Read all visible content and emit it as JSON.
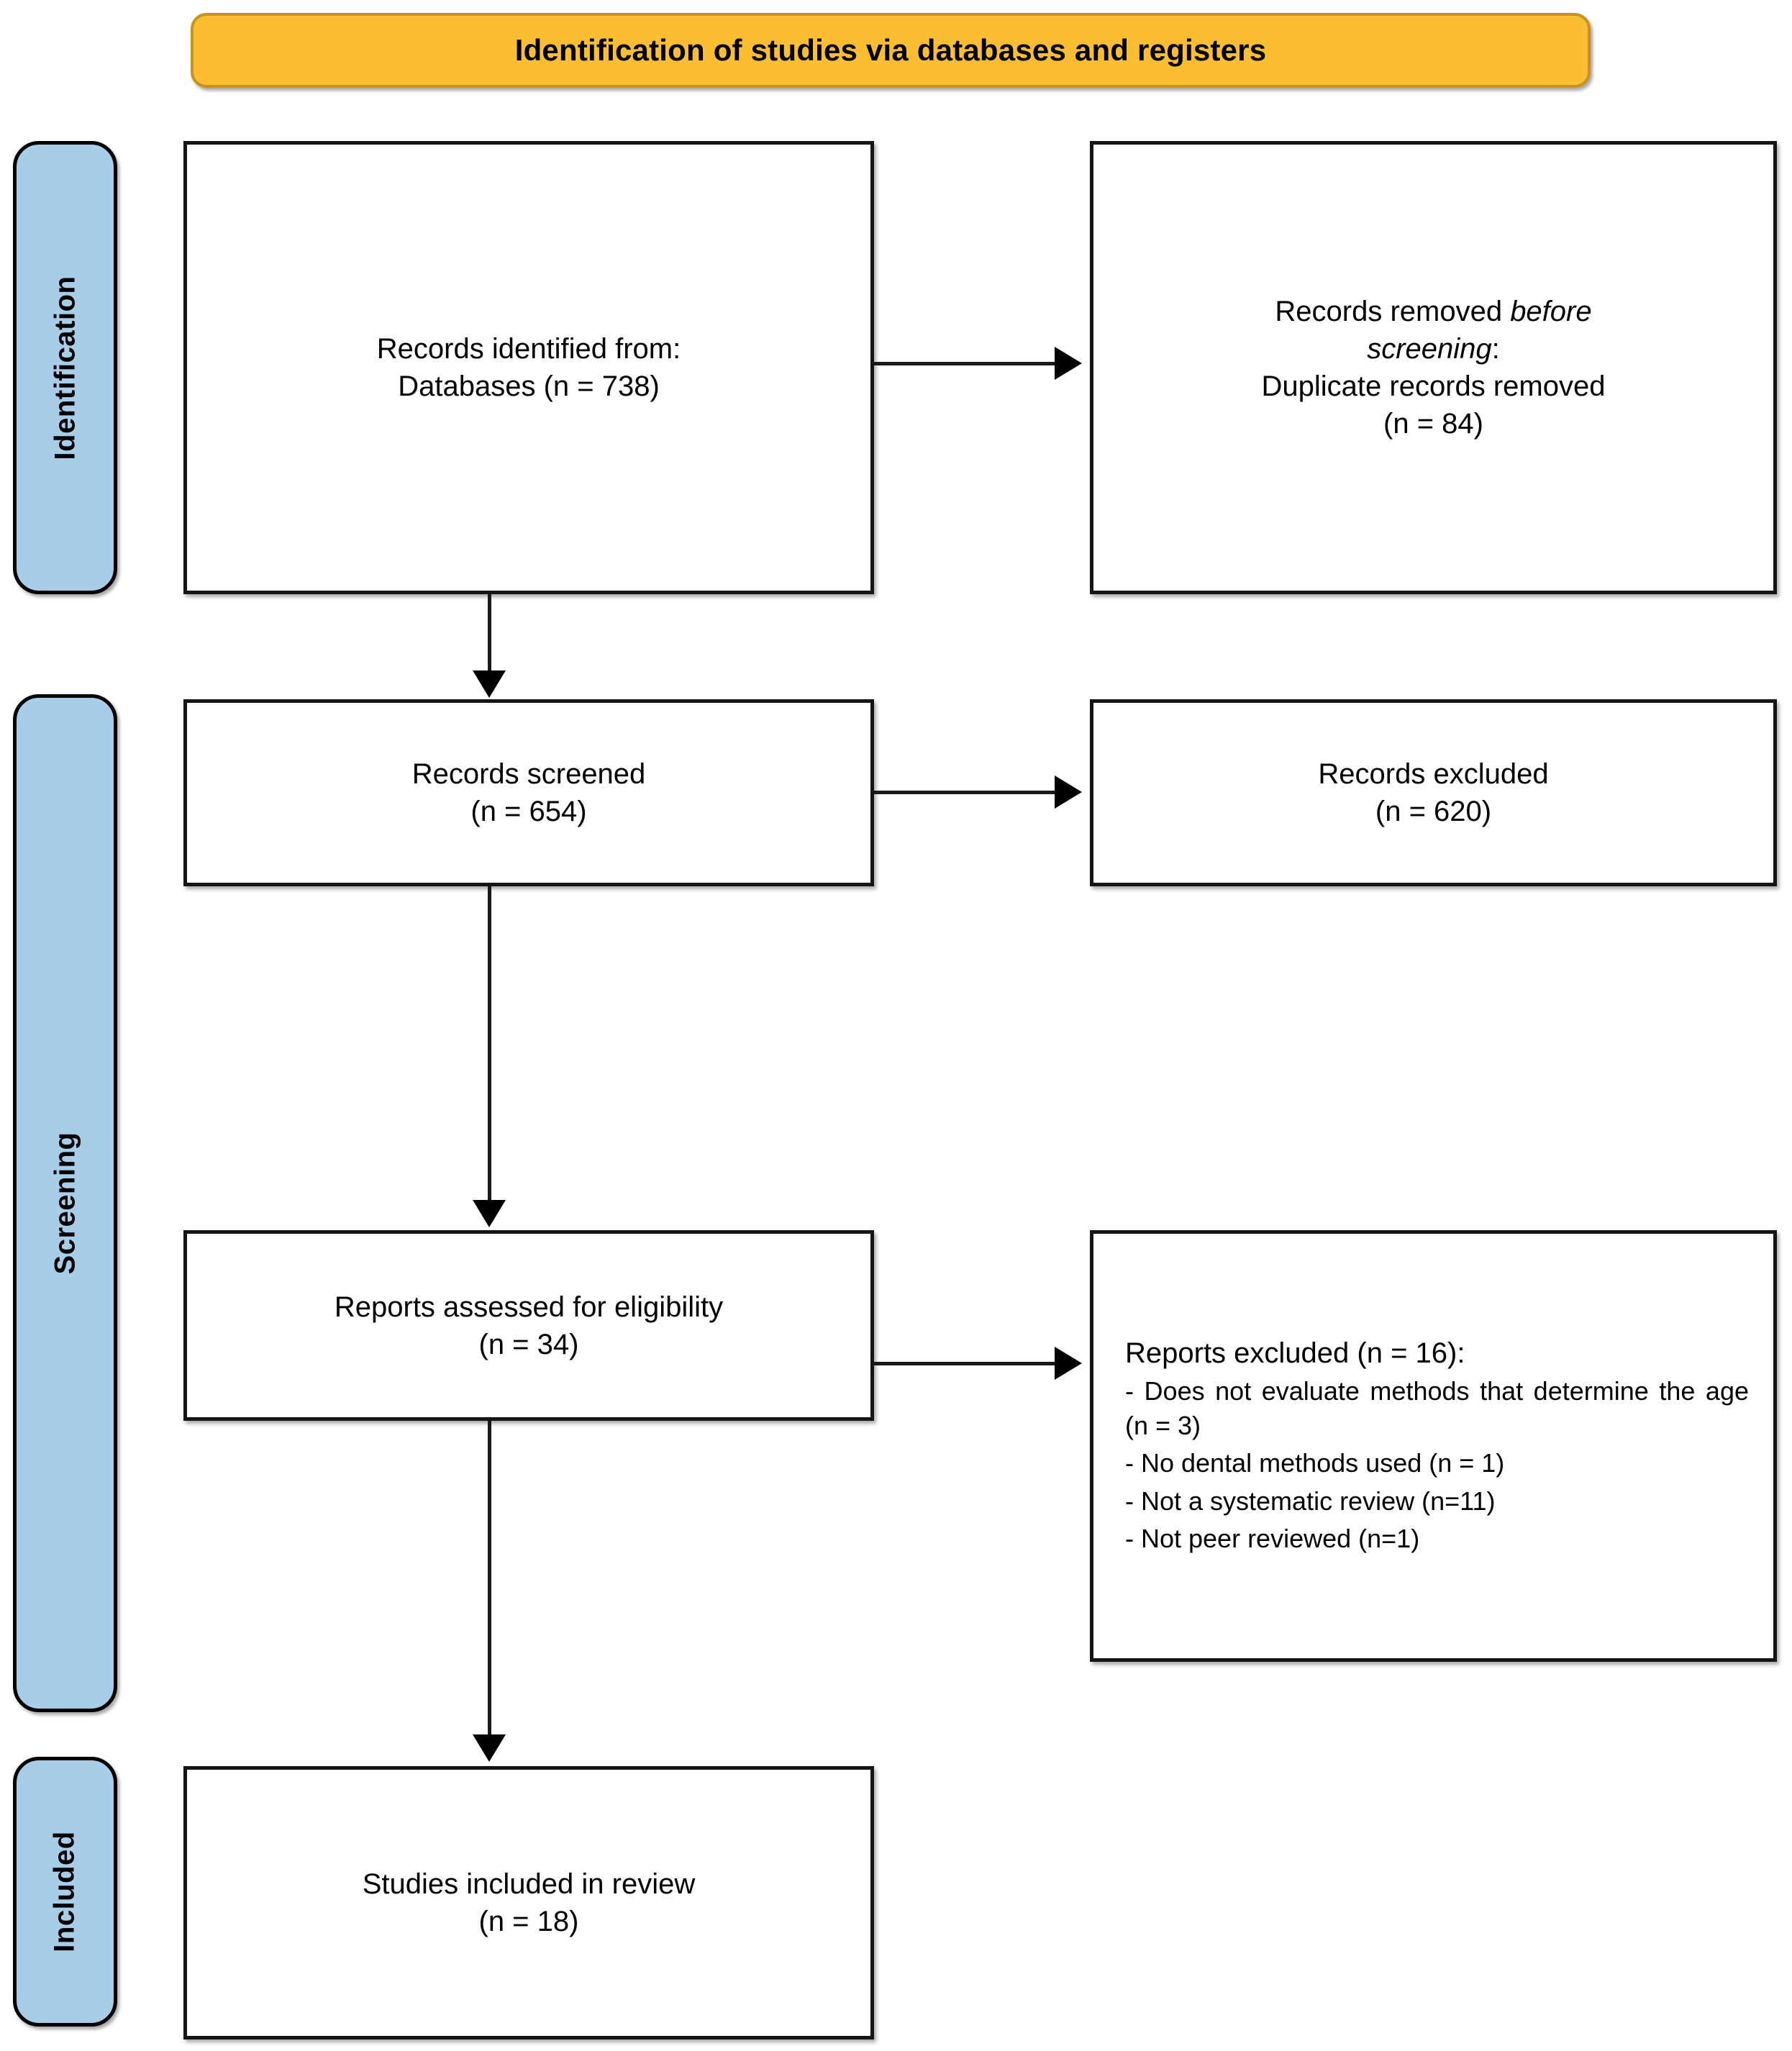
{
  "diagram": {
    "type": "prisma-flow-diagram",
    "banner": {
      "title": "Identification of studies via databases and registers",
      "background_color": "#FBBE33",
      "border_color": "#C8921B"
    },
    "stage_color": "#A8CDE8",
    "stages": [
      {
        "id": "identification",
        "label": "Identification"
      },
      {
        "id": "screening",
        "label": "Screening"
      },
      {
        "id": "included",
        "label": "Included"
      }
    ],
    "boxes": {
      "records_identified": {
        "line1": "Records identified from:",
        "line2": "Databases (n = 738)",
        "n": 738
      },
      "records_removed": {
        "line1_plain": "Records removed ",
        "line1_italic": "before",
        "line2_italic": "screening",
        "line2_plain": ":",
        "line3": "Duplicate records removed",
        "line4": "(n = 84)",
        "n": 84
      },
      "records_screened": {
        "line1": "Records screened",
        "line2": "(n = 654)",
        "n": 654
      },
      "records_excluded": {
        "line1": "Records excluded",
        "line2": "(n = 620)",
        "n": 620
      },
      "reports_assessed": {
        "line1": "Reports assessed for eligibility",
        "line2": "(n = 34)",
        "n": 34
      },
      "reports_excluded": {
        "title": "Reports excluded (n = 16):",
        "n": 16,
        "reasons": [
          "- Does not evaluate methods that determine the age (n = 3)",
          "- No dental methods used (n = 1)",
          "- Not a systematic review (n=11)",
          "- Not peer reviewed (n=1)"
        ]
      },
      "studies_included": {
        "line1": "Studies included in review",
        "line2": "(n = 18)",
        "n": 18
      }
    }
  }
}
